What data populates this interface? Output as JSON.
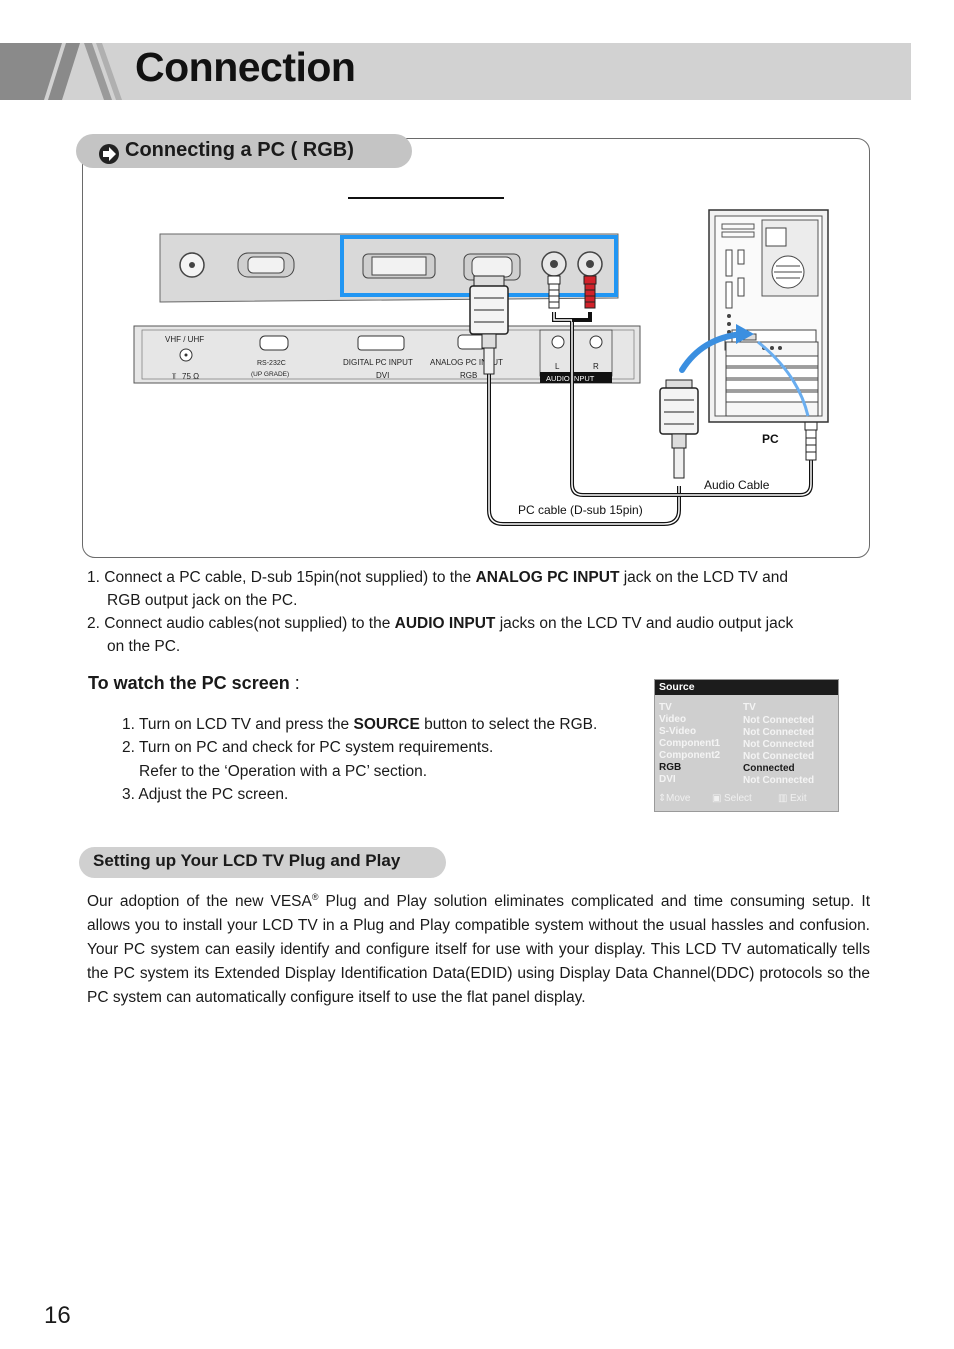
{
  "header": {
    "title": "Connection"
  },
  "section": {
    "title": "Connecting a PC ( RGB)"
  },
  "diagram": {
    "panel_labels": {
      "vhf_uhf": "VHF / UHF",
      "ohm": "75 Ω",
      "rs232c": "RS-232C",
      "upgrade": "(UP GRADE)",
      "digital_pc_input": "DIGITAL PC INPUT",
      "dvi": "DVI",
      "analog_pc_input": "ANALOG PC INPUT",
      "rgb": "RGB",
      "left": "L",
      "right": "R",
      "audio_input": "AUDIO INPUT"
    },
    "pc_label": "PC",
    "audio_cable_label": "Audio Cable",
    "pc_cable_label": "PC cable (D-sub 15pin)",
    "colors": {
      "highlight": "#2196f3",
      "arrow": "#3b8fe0",
      "audio_red": "#d2222a"
    }
  },
  "steps": {
    "s1_num": "1.",
    "s1_pre": "Connect a PC cable, D-sub 15pin(not supplied) to the ",
    "s1_bold": "ANALOG PC INPUT",
    "s1_post": "  jack on the LCD TV and",
    "s1_cont": "RGB output jack on the PC.",
    "s2_num": "2.",
    "s2_pre": "Connect audio cables(not supplied) to the ",
    "s2_bold": "AUDIO INPUT",
    "s2_post": " jacks on the LCD TV and audio output jack",
    "s2_cont": "on the PC."
  },
  "watch": {
    "heading_bold": "To watch the PC screen",
    "heading_colon": " :",
    "w1_pre": "1. Turn on LCD TV and press the ",
    "w1_bold": "SOURCE",
    "w1_post": " button to select the RGB.",
    "w2": "2. Turn on PC and check for PC system requirements.",
    "w2_cont": "Refer to the ‘Operation with a PC’ section.",
    "w3": "3. Adjust the PC screen."
  },
  "osd": {
    "title": "Source",
    "rows": [
      {
        "name": "TV",
        "status": "TV"
      },
      {
        "name": "Video",
        "status": "Not Connected"
      },
      {
        "name": "S-Video",
        "status": "Not Connected"
      },
      {
        "name": "Component1",
        "status": "Not Connected"
      },
      {
        "name": "Component2",
        "status": "Not Connected"
      },
      {
        "name": "RGB",
        "status": "Connected"
      },
      {
        "name": "DVI",
        "status": "Not Connected"
      }
    ],
    "footer": {
      "move": "Move",
      "select": "Select",
      "exit": "Exit"
    }
  },
  "pnp": {
    "title": "Setting up Your LCD TV Plug and Play",
    "body_pre": "Our adoption of the new VESA",
    "body_reg": "®",
    "body_post": " Plug and Play solution eliminates complicated and time consuming setup. It allows you to install your LCD TV in a Plug and Play compatible system without the usual hassles and confusion. Your PC system can easily identify and configure itself for use with your display. This LCD TV automatically tells the PC system its Extended Display Identification Data(EDID) using Display Data Channel(DDC) protocols so the PC system can automatically configure itself to use the flat panel display."
  },
  "page_number": "16"
}
